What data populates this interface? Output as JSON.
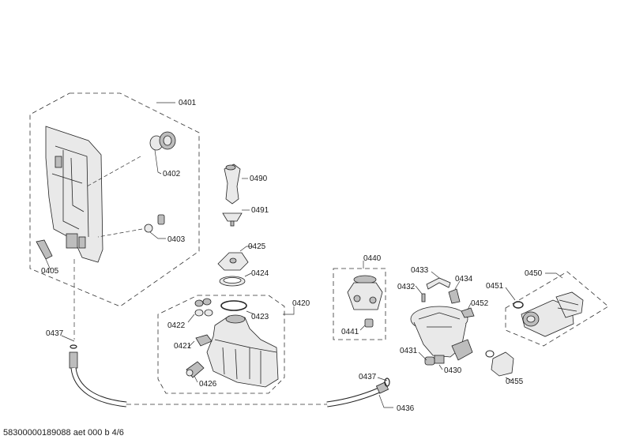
{
  "callouts": {
    "c0401": "0401",
    "c0402": "0402",
    "c0403": "0403",
    "c0405": "0405",
    "c0490": "0490",
    "c0491": "0491",
    "c0425": "0425",
    "c0424": "0424",
    "c0420": "0420",
    "c0422": "0422",
    "c0423": "0423",
    "c0421": "0421",
    "c0426": "0426",
    "c0437a": "0437",
    "c0440": "0440",
    "c0441": "0441",
    "c0433": "0433",
    "c0434": "0434",
    "c0432": "0432",
    "c0452": "0452",
    "c0431": "0431",
    "c0430": "0430",
    "c0437b": "0437",
    "c0436": "0436",
    "c0450": "0450",
    "c0451": "0451",
    "c0455": "0455"
  },
  "footer": "58300000189088 aet 000 b 4/6"
}
